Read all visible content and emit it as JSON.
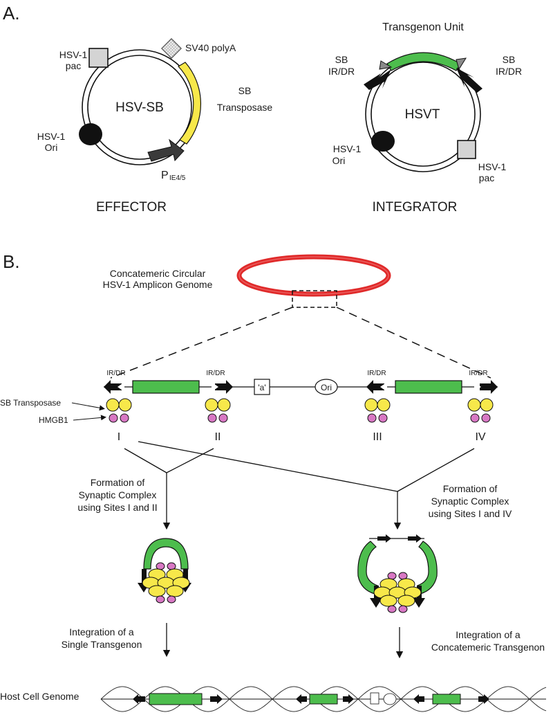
{
  "panel_a": {
    "label": "A.",
    "effector": {
      "title": "EFFECTOR",
      "plasmid_name": "HSV-SB",
      "pac_line1": "HSV-1",
      "pac_line2": "pac",
      "polya": "SV40 polyA",
      "transposase_line1": "SB",
      "transposase_line2": "Transposase",
      "ori_line1": "HSV-1",
      "ori_line2": "Ori",
      "promoter": "P",
      "promoter_sub": "IE4/5"
    },
    "integrator": {
      "title": "INTEGRATOR",
      "plasmid_name": "HSVT",
      "unit": "Transgenon Unit",
      "left_site_line1": "SB",
      "left_site_line2": "IR/DR",
      "right_site_line1": "SB",
      "right_site_line2": "IR/DR",
      "ori_line1": "HSV-1",
      "ori_line2": "Ori",
      "pac_line1": "HSV-1",
      "pac_line2": "pac"
    }
  },
  "panel_b": {
    "label": "B.",
    "amplicon_line1": "Concatemeric Circular",
    "amplicon_line2": "HSV-1 Amplicon Genome",
    "site_label": "IR/DR",
    "a_element": "'a'",
    "ori": "Ori",
    "transposase_label": "SB Transposase",
    "hmgb1_label": "HMGB1",
    "sites": [
      "I",
      "II",
      "III",
      "IV"
    ],
    "left_path": {
      "line1": "Formation of",
      "line2": "Synaptic Complex",
      "line3": "using Sites I and II",
      "integration_line1": "Integration of a",
      "integration_line2": "Single Transgenon"
    },
    "right_path": {
      "line1": "Formation of",
      "line2": "Synaptic Complex",
      "line3": "using Sites I and IV",
      "integration_line1": "Integration of a",
      "integration_line2": "Concatemeric Transgenon"
    },
    "host_genome": "Host Cell Genome"
  },
  "colors": {
    "green": "#4dbd4d",
    "yellow": "#f7e84a",
    "pink": "#d878c4",
    "red_ring": "#e02a2a",
    "gray_box": "#d4d4d4",
    "dark_arrow": "#3a3a3a"
  }
}
